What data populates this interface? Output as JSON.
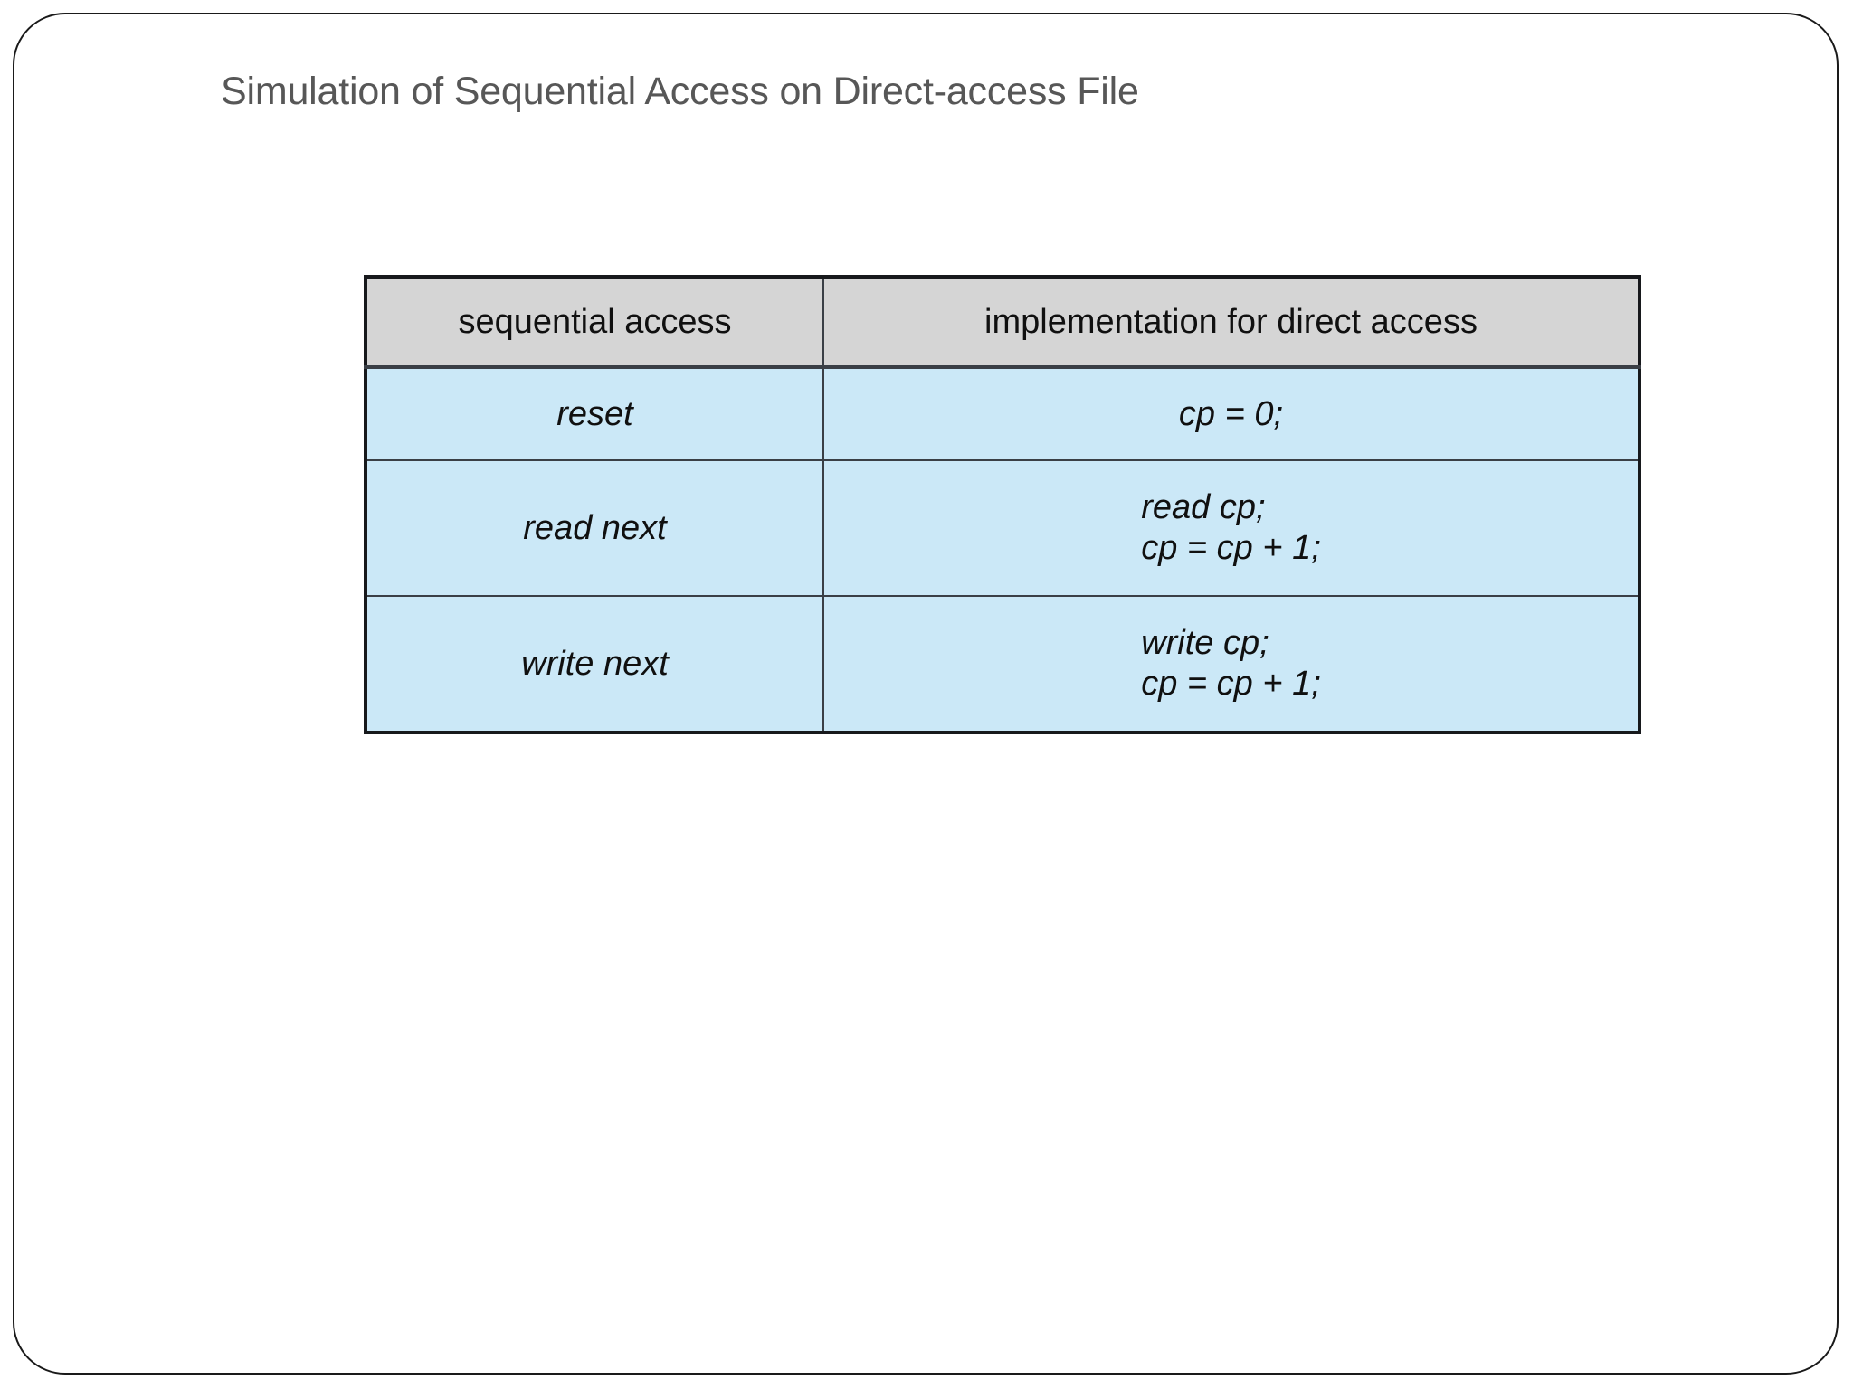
{
  "slide": {
    "title": "Simulation of Sequential Access on Direct-access File",
    "background_color": "#ffffff",
    "border_color": "#1a1a1a",
    "title_color": "#575757"
  },
  "table": {
    "header_background": "#d5d5d5",
    "row_background": "#cbe8f7",
    "border_color": "#3a3f46",
    "columns": [
      "sequential access",
      "implementation for direct access"
    ],
    "rows": [
      {
        "sequential_access": "reset",
        "implementation_line1": "cp = 0;",
        "implementation_line2": ""
      },
      {
        "sequential_access": "read next",
        "implementation_line1": "read cp;",
        "implementation_line2": "cp = cp + 1;"
      },
      {
        "sequential_access": "write next",
        "implementation_line1": "write cp;",
        "implementation_line2": "cp = cp + 1;"
      }
    ]
  }
}
